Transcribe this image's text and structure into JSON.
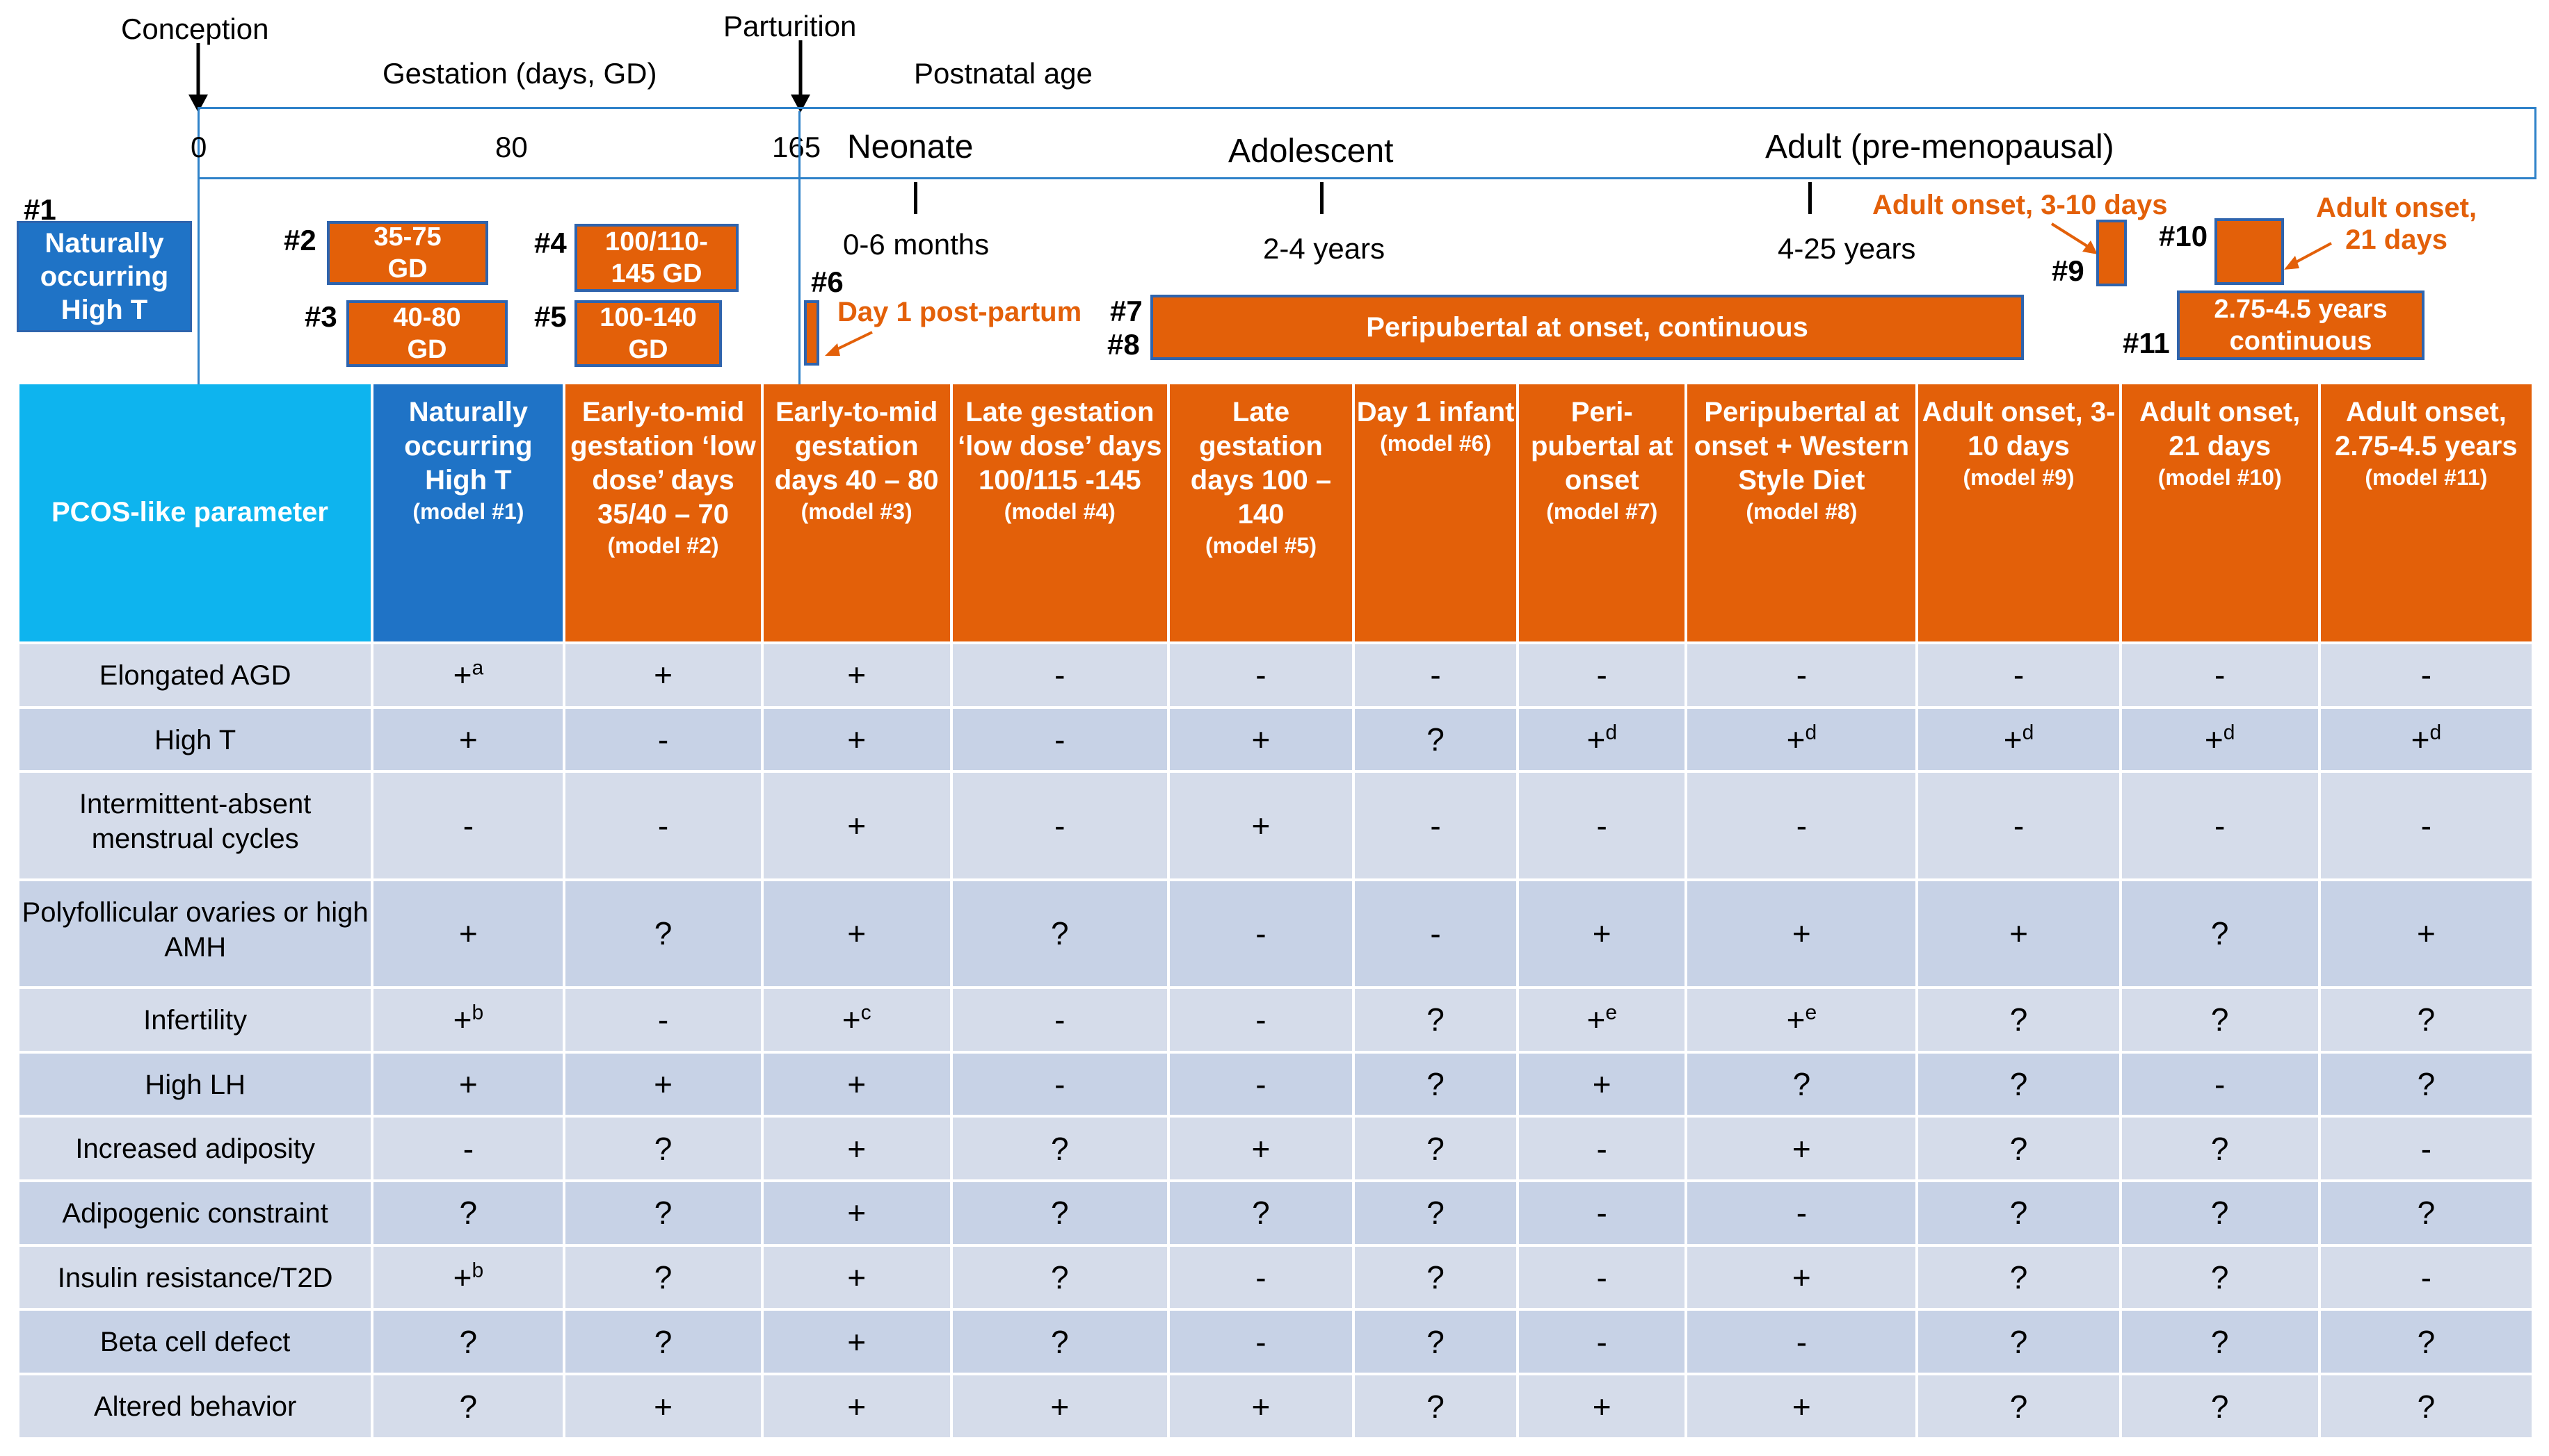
{
  "timeline": {
    "conception": "Conception",
    "parturition": "Parturition",
    "gestation": "Gestation (days, GD)",
    "postnatal": "Postnatal age",
    "tick_0": "0",
    "tick_80": "80",
    "tick_165": "165",
    "stage_neonate": "Neonate",
    "stage_adolescent": "Adolescent",
    "stage_adult": "Adult (pre-menopausal)",
    "age_neonate": "0-6 months",
    "age_adolescent": "2-4 years",
    "age_adult": "4-25 years"
  },
  "models": {
    "m1_num": "#1",
    "m1_label": "Naturally occurring High T",
    "m2_num": "#2",
    "m2_label": "35-75 GD",
    "m3_num": "#3",
    "m3_label": "40-80 GD",
    "m4_num": "#4",
    "m4_label": "100/110-145 GD",
    "m5_num": "#5",
    "m5_label": "100-140 GD",
    "m6_num": "#6",
    "m6_label": "Day 1 post-partum",
    "m7_num": "#7",
    "m8_num": "#8",
    "m78_label": "Peripubertal at onset, continuous",
    "m9_num": "#9",
    "m9_label": "Adult onset, 3-10 days",
    "m10_num": "#10",
    "m10_label_line1": "Adult onset,",
    "m10_label_line2": "21 days",
    "m11_num": "#11",
    "m11_label": "2.75-4.5 years continuous"
  },
  "table": {
    "corner": "PCOS-like parameter",
    "columns": [
      {
        "title": "Naturally occurring High T",
        "model": "(model #1)"
      },
      {
        "title": "Early-to-mid gestation ‘low dose’ days 35/40 – 70",
        "model": "(model #2)"
      },
      {
        "title": "Early-to-mid gestation days 40 – 80",
        "model": "(model #3)"
      },
      {
        "title": "Late gestation ‘low dose’ days 100/115 -145",
        "model": "(model #4)"
      },
      {
        "title": "Late gestation days 100 – 140",
        "model": "(model #5)"
      },
      {
        "title": "Day 1 infant",
        "model": "(model #6)"
      },
      {
        "title": "Peri-pubertal at onset",
        "model": "(model #7)"
      },
      {
        "title": "Peripubertal at onset + Western Style Diet",
        "model": "(model #8)"
      },
      {
        "title": "Adult onset, 3-10 days",
        "model": "(model #9)"
      },
      {
        "title": "Adult onset, 21 days",
        "model": "(model #10)"
      },
      {
        "title": "Adult onset, 2.75-4.5 years",
        "model": "(model #11)"
      }
    ],
    "rows": [
      {
        "param": "Elongated AGD",
        "values": [
          "+",
          "+",
          "+",
          "-",
          "-",
          "-",
          "-",
          "-",
          "-",
          "-",
          "-"
        ],
        "sups": [
          "a",
          "",
          "",
          "",
          "",
          "",
          "",
          "",
          "",
          "",
          ""
        ]
      },
      {
        "param": "High T",
        "values": [
          "+",
          "-",
          "+",
          "-",
          "+",
          "?",
          "+",
          "+",
          "+",
          "+",
          "+"
        ],
        "sups": [
          "",
          "",
          "",
          "",
          "",
          "",
          "d",
          "d",
          "d",
          "d",
          "d"
        ]
      },
      {
        "param": "Intermittent-absent menstrual cycles",
        "values": [
          "-",
          "-",
          "+",
          "-",
          "+",
          "-",
          "-",
          "-",
          "-",
          "-",
          "-"
        ],
        "sups": [
          "",
          "",
          "",
          "",
          "",
          "",
          "",
          "",
          "",
          "",
          ""
        ]
      },
      {
        "param": "Polyfollicular ovaries or high AMH",
        "values": [
          "+",
          "?",
          "+",
          "?",
          "-",
          "-",
          "+",
          "+",
          "+",
          "?",
          "+"
        ],
        "sups": [
          "",
          "",
          "",
          "",
          "",
          "",
          "",
          "",
          "",
          "",
          ""
        ]
      },
      {
        "param": "Infertility",
        "values": [
          "+",
          "-",
          "+",
          "-",
          "-",
          "?",
          "+",
          "+",
          "?",
          "?",
          "?"
        ],
        "sups": [
          "b",
          "",
          "c",
          "",
          "",
          "",
          "e",
          "e",
          "",
          "",
          ""
        ]
      },
      {
        "param": "High LH",
        "values": [
          "+",
          "+",
          "+",
          "-",
          "-",
          "?",
          "+",
          "?",
          "?",
          "-",
          "?"
        ],
        "sups": [
          "",
          "",
          "",
          "",
          "",
          "",
          "",
          "",
          "",
          "",
          ""
        ]
      },
      {
        "param": "Increased adiposity",
        "values": [
          "-",
          "?",
          "+",
          "?",
          "+",
          "?",
          "-",
          "+",
          "?",
          "?",
          "-"
        ],
        "sups": [
          "",
          "",
          "",
          "",
          "",
          "",
          "",
          "",
          "",
          "",
          ""
        ]
      },
      {
        "param": "Adipogenic constraint",
        "values": [
          "?",
          "?",
          "+",
          "?",
          "?",
          "?",
          "-",
          "-",
          "?",
          "?",
          "?"
        ],
        "sups": [
          "",
          "",
          "",
          "",
          "",
          "",
          "",
          "",
          "",
          "",
          ""
        ]
      },
      {
        "param": "Insulin resistance/T2D",
        "values": [
          "+",
          "?",
          "+",
          "?",
          "-",
          "?",
          "-",
          "+",
          "?",
          "?",
          "-"
        ],
        "sups": [
          "b",
          "",
          "",
          "",
          "",
          "",
          "",
          "",
          "",
          "",
          ""
        ]
      },
      {
        "param": "Beta cell defect",
        "values": [
          "?",
          "?",
          "+",
          "?",
          "-",
          "?",
          "-",
          "-",
          "?",
          "?",
          "?"
        ],
        "sups": [
          "",
          "",
          "",
          "",
          "",
          "",
          "",
          "",
          "",
          "",
          ""
        ]
      },
      {
        "param": "Altered behavior",
        "values": [
          "?",
          "+",
          "+",
          "+",
          "+",
          "?",
          "+",
          "+",
          "?",
          "?",
          "?"
        ],
        "sups": [
          "",
          "",
          "",
          "",
          "",
          "",
          "",
          "",
          "",
          "",
          ""
        ]
      }
    ]
  },
  "colors": {
    "orange": "#e36009",
    "blue": "#1f73c6",
    "cyan": "#0eb4ee",
    "row_light": "#d5dcea",
    "row_dark": "#c7d2e6",
    "outline": "#2f82c9"
  }
}
